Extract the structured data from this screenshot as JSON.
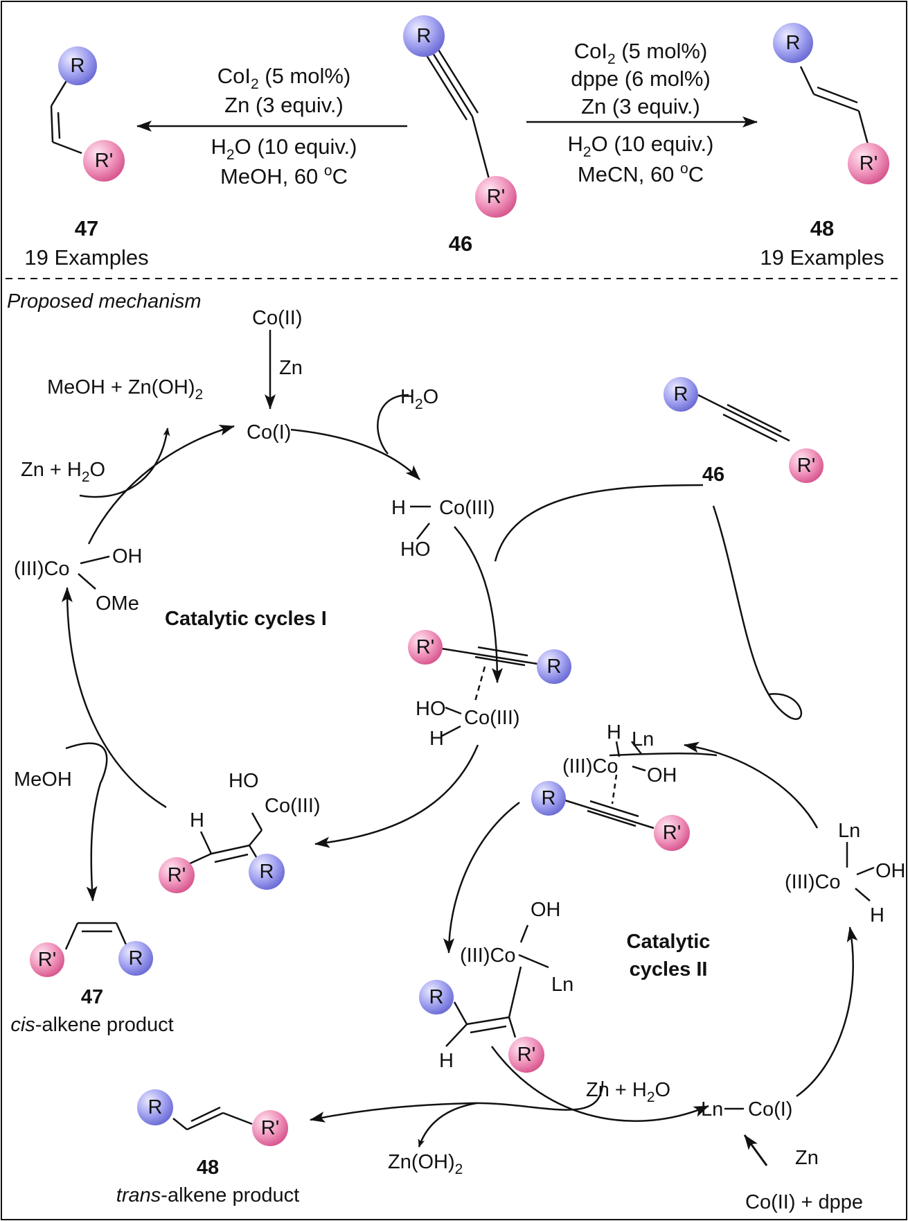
{
  "colors": {
    "r_ball": "#8f8fe8",
    "r_prime_ball": "#e97fae",
    "line": "#111111",
    "frame": "#111111"
  },
  "groups": {
    "r": "R",
    "r_prime": "R'"
  },
  "top": {
    "left_conditions": {
      "line1_main": "CoI",
      "line1_sub": "2",
      "line1_tail": " (5 mol%)",
      "line2": "Zn (3 equiv.)",
      "line3_head": "H",
      "line3_sub": "2",
      "line3_tail": "O (10 equiv.)",
      "line4_head": "MeOH, 60 ",
      "line4_sup": "o",
      "line4_tail": "C"
    },
    "right_conditions": {
      "line1_main": "CoI",
      "line1_sub": "2",
      "line1_tail": " (5 mol%)",
      "line2": "dppe (6 mol%)",
      "line3": "Zn (3 equiv.)",
      "line4_head": "H",
      "line4_sub": "2",
      "line4_tail": "O (10 equiv.)",
      "line5_head": "MeCN, 60 ",
      "line5_sup": "o",
      "line5_tail": "C"
    },
    "compound_47": "47",
    "compound_47_examples": "19 Examples",
    "compound_46": "46",
    "compound_48": "48",
    "compound_48_examples": "19 Examples"
  },
  "mechanism": {
    "heading": "Proposed mechanism",
    "cycle1_label": "Catalytic cycles I",
    "cycle2_label_line1": "Catalytic",
    "cycle2_label_line2": "cycles II",
    "co2": "Co(II)",
    "zn": "Zn",
    "co1": "Co(I)",
    "meoh_zn_head": "MeOH + Zn(OH)",
    "meoh_zn_sub": "2",
    "zn_h2o_head": "Zn + H",
    "zn_h2o_sub": "2",
    "zn_h2o_tail": "O",
    "h2o_head": "H",
    "h2o_sub": "2",
    "h2o_tail": "O",
    "h": "H",
    "co3": "Co(III)",
    "ho": "HO",
    "oh": "OH",
    "ome": "OMe",
    "iii_co": "(III)Co",
    "ln": "Ln",
    "meoh": "MeOH",
    "label_46": "46",
    "label_47": "47",
    "cis_italic": "cis",
    "cis_rest": "-alkene product",
    "label_48": "48",
    "trans_italic": "trans",
    "trans_rest": "-alkene product",
    "zn_oh2_head": "Zn(OH)",
    "zn_oh2_sub": "2",
    "ln_co1_ln": "Ln",
    "ln_co1_co": "Co(I)",
    "co2_dppe": "Co(II) + dppe"
  }
}
